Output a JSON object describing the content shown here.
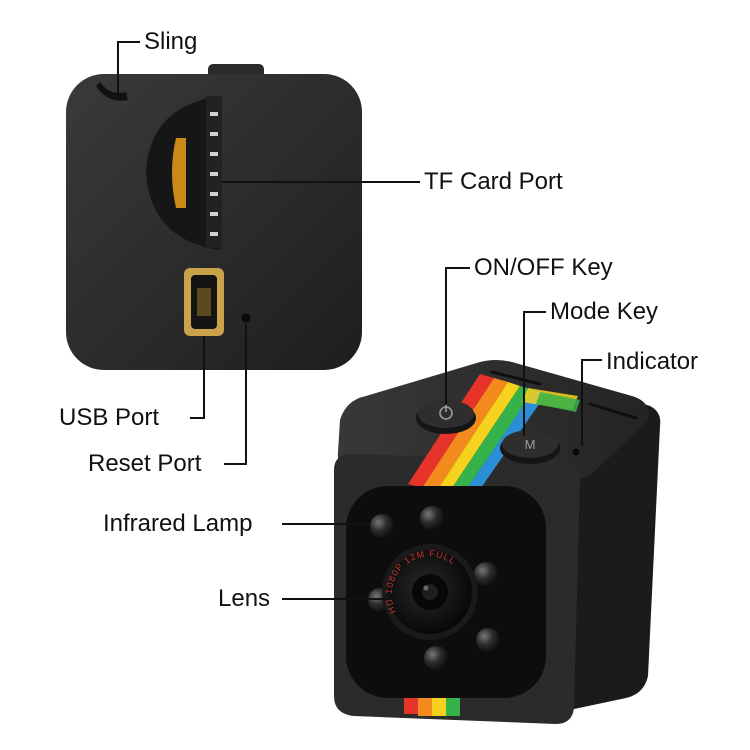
{
  "labels": {
    "sling": "Sling",
    "tf_card_port": "TF Card Port",
    "on_off_key": "ON/OFF Key",
    "mode_key": "Mode Key",
    "indicator": "Indicator",
    "usb_port": "USB Port",
    "reset_port": "Reset Port",
    "infrared_lamp": "Infrared Lamp",
    "lens": "Lens"
  },
  "lens_ring_text": "HD 1080P 12M FULL",
  "mode_key_glyph": "M",
  "colors": {
    "body": "#2b2b2b",
    "body_dark": "#1a1a1a",
    "leader_line": "#111111",
    "usb_gold": "#c9a24a",
    "stripe": [
      "#e8332a",
      "#f28a1c",
      "#f6d21e",
      "#35b34a",
      "#2a8fd6"
    ]
  }
}
